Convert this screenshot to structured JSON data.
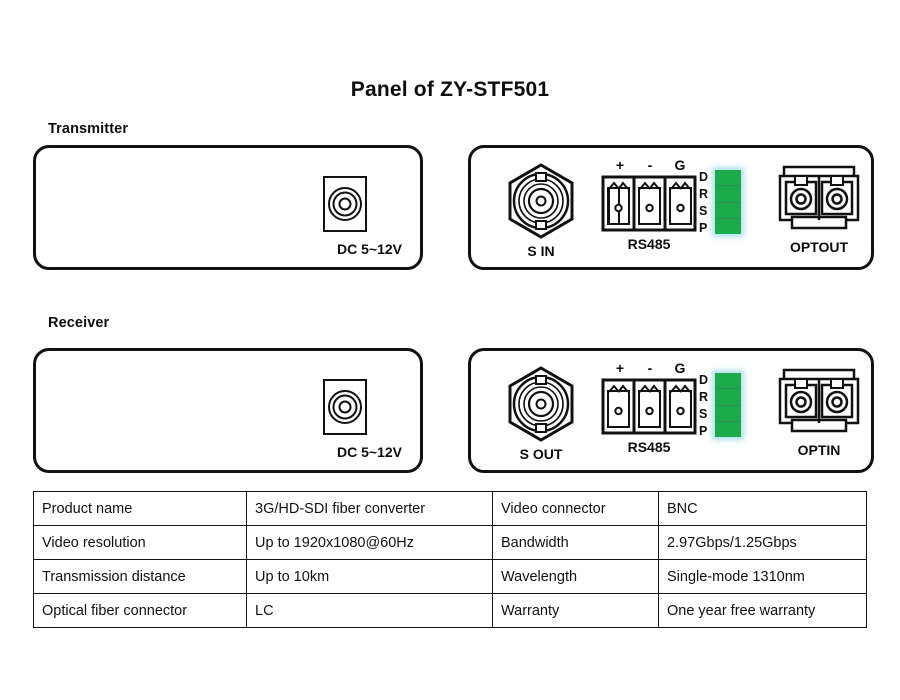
{
  "title": "Panel of ZY-STF501",
  "sections": {
    "transmitter": {
      "label": "Transmitter",
      "left_panel": {
        "power_jack_caption": "DC 5~12V"
      },
      "right_panel": {
        "video_connector_caption": "S IN",
        "serial_caption": "RS485",
        "serial_pins": [
          "+",
          "-",
          "G"
        ],
        "led_labels": [
          "D",
          "R",
          "S",
          "P"
        ],
        "optical_caption": "OPTOUT"
      }
    },
    "receiver": {
      "label": "Receiver",
      "left_panel": {
        "power_jack_caption": "DC 5~12V"
      },
      "right_panel": {
        "video_connector_caption": "S OUT",
        "serial_caption": "RS485",
        "serial_pins": [
          "+",
          "-",
          "G"
        ],
        "led_labels": [
          "D",
          "R",
          "S",
          "P"
        ],
        "optical_caption": "OPTIN"
      }
    }
  },
  "spec_table": {
    "rows": [
      {
        "label_a": "Product name",
        "value_a": "3G/HD-SDI fiber converter",
        "label_b": "Video connector",
        "value_b": "BNC"
      },
      {
        "label_a": "Video resolution",
        "value_a": "Up to 1920x1080@60Hz",
        "label_b": "Bandwidth",
        "value_b": "2.97Gbps/1.25Gbps"
      },
      {
        "label_a": "Transmission distance",
        "value_a": "Up to 10km",
        "label_b": "Wavelength",
        "value_b": "Single-mode 1310nm"
      },
      {
        "label_a": "Optical fiber connector",
        "value_a": "LC",
        "label_b": "Warranty",
        "value_b": "One year free warranty"
      }
    ]
  },
  "colors": {
    "led_green": "#1daa4a",
    "led_glow": "#96d7eb",
    "outline": "#111111",
    "background": "#ffffff"
  }
}
